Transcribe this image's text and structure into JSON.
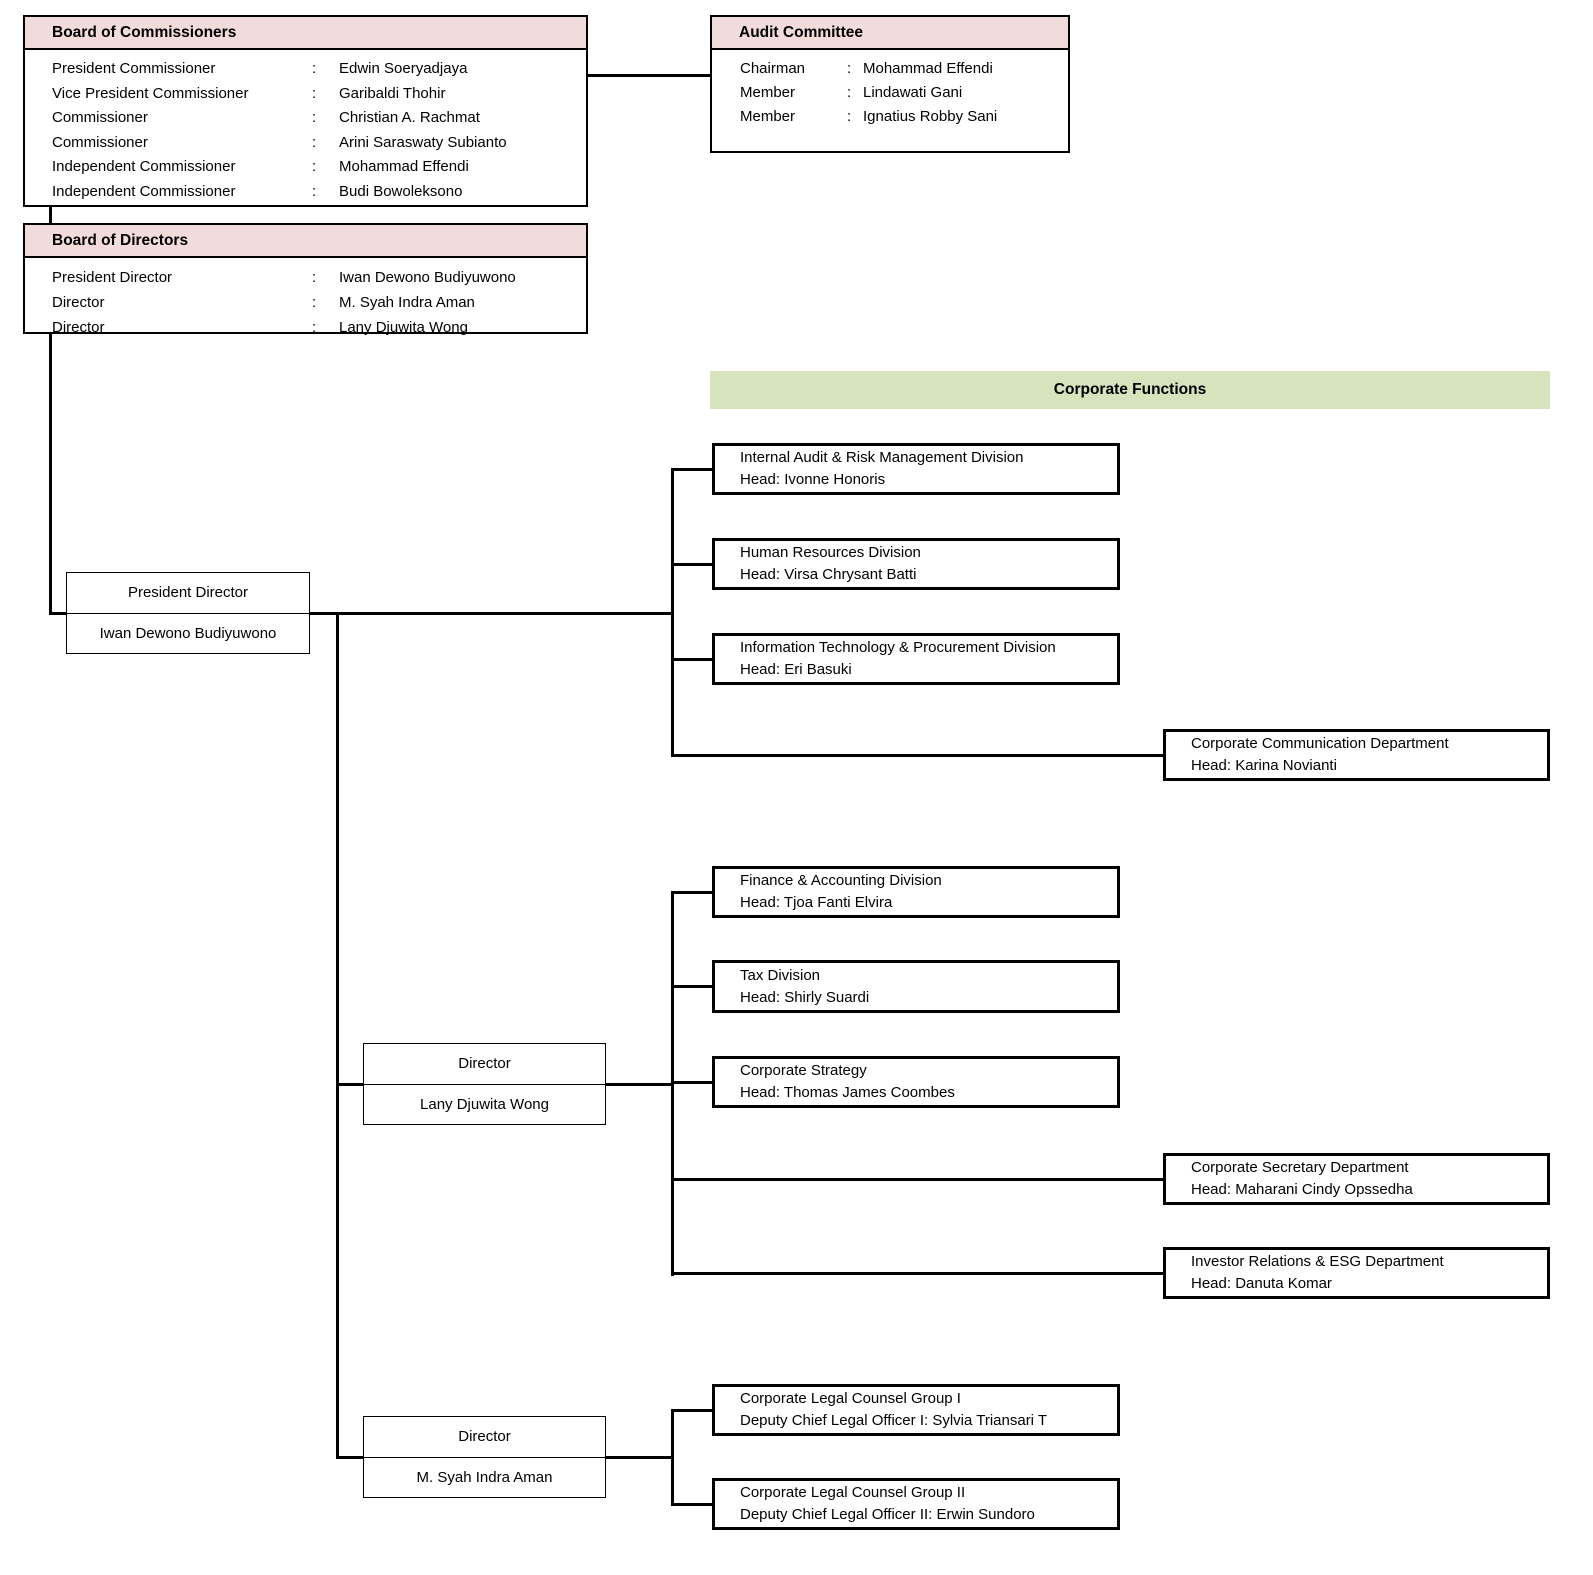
{
  "ui": {
    "colon": ":"
  },
  "colors": {
    "committee_header_pink": "#F2DCDB",
    "banner_green": "#D6E3BC",
    "line_black": "#000000",
    "background": "#FFFFFF"
  },
  "boards": {
    "commissioners": {
      "title": "Board of Commissioners",
      "members": [
        {
          "role": "President Commissioner",
          "name": "Edwin Soeryadjaya"
        },
        {
          "role": "Vice President Commissioner",
          "name": "Garibaldi Thohir"
        },
        {
          "role": "Commissioner",
          "name": "Christian A. Rachmat"
        },
        {
          "role": "Commissioner",
          "name": "Arini Saraswaty Subianto"
        },
        {
          "role": "Independent Commissioner",
          "name": "Mohammad Effendi"
        },
        {
          "role": "Independent Commissioner",
          "name": "Budi Bowoleksono"
        }
      ]
    },
    "audit_committee": {
      "title": "Audit Committee",
      "members": [
        {
          "role": "Chairman",
          "name": "Mohammad Effendi"
        },
        {
          "role": "Member",
          "name": "Lindawati Gani"
        },
        {
          "role": "Member",
          "name": "Ignatius Robby Sani"
        }
      ]
    },
    "directors": {
      "title": "Board of Directors",
      "members": [
        {
          "role": "President Director",
          "name": "Iwan Dewono Budiyuwono"
        },
        {
          "role": "Director",
          "name": "M. Syah Indra Aman"
        },
        {
          "role": "Director",
          "name": "Lany Djuwita Wong"
        }
      ]
    }
  },
  "banner": {
    "title": "Corporate Functions"
  },
  "executives": {
    "president_director": {
      "title": "President Director",
      "name": "Iwan Dewono Budiyuwono"
    },
    "director_lany": {
      "title": "Director",
      "name": "Lany Djuwita Wong"
    },
    "director_syah": {
      "title": "Director",
      "name": "M. Syah Indra Aman"
    }
  },
  "units": {
    "internal_audit": {
      "title": "Internal Audit & Risk Management Division",
      "head": "Head: Ivonne Honoris"
    },
    "human_resources": {
      "title": "Human Resources Division",
      "head": "Head: Virsa Chrysant Batti"
    },
    "it_procurement": {
      "title": "Information Technology & Procurement Division",
      "head": "Head: Eri Basuki"
    },
    "corporate_communication": {
      "title": "Corporate Communication Department",
      "head": "Head: Karina Novianti"
    },
    "finance_accounting": {
      "title": "Finance & Accounting Division",
      "head": "Head: Tjoa Fanti Elvira"
    },
    "tax": {
      "title": "Tax Division",
      "head": "Head: Shirly Suardi"
    },
    "corporate_strategy": {
      "title": "Corporate Strategy",
      "head": "Head: Thomas James Coombes"
    },
    "corporate_secretary": {
      "title": "Corporate Secretary Department",
      "head": "Head: Maharani Cindy Opssedha"
    },
    "investor_relations": {
      "title": "Investor Relations & ESG Department",
      "head": "Head: Danuta Komar"
    },
    "legal_group_1": {
      "title": "Corporate Legal Counsel Group I",
      "head": "Deputy Chief Legal Officer I: Sylvia Triansari T"
    },
    "legal_group_2": {
      "title": "Corporate Legal Counsel Group II",
      "head": "Deputy Chief Legal Officer II: Erwin Sundoro"
    }
  }
}
